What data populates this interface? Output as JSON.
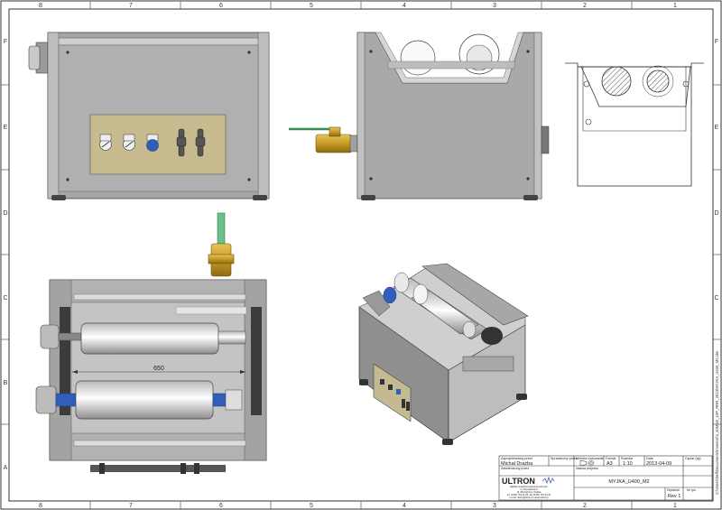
{
  "sheet": {
    "col_labels": [
      "8",
      "7",
      "6",
      "5",
      "4",
      "3",
      "2",
      "1"
    ],
    "row_labels": [
      "F",
      "E",
      "D",
      "C",
      "B",
      "A"
    ],
    "dimension_text": "650",
    "file_path": "C:\\Users\\Dell\\Documents\\Inventor\\3_40MM2_10P_RRR_2013\\MYJKA_U400_M2.idw"
  },
  "title_block": {
    "drawn_by_label": "Zaprojektowany przez",
    "drawn_by": "Michał Drażba",
    "checked_by_label": "Sprawdzony przez",
    "approved_by_label": "Zatwierdzony przez",
    "method_label": "Metoda rzutowania",
    "format_label": "Format",
    "format": "A3",
    "scale_label": "Rozmiar",
    "scale": "1:10",
    "date_label": "Data",
    "date": "2013-04-09",
    "weight_label": "Ciężar (kg)",
    "project_label": "Nazwa projektu",
    "drawing_name": "MYJKA_U400_M2",
    "company_logo": "ULTRON",
    "company_address": [
      "Zakład Urządzeń Gastronomicznych",
      "ul. Zwycięstwa 9",
      "11-400 Kętrzyn, Polska",
      "tel. (0-89) 751-11-56, fax (0-89) 751-34-11",
      "e-mail: ultron@ultron.pl   www.ultron.pl"
    ],
    "revision_label": "Wydanie",
    "revision": "Rev 1",
    "sheet_no_label": "Nr rys."
  }
}
